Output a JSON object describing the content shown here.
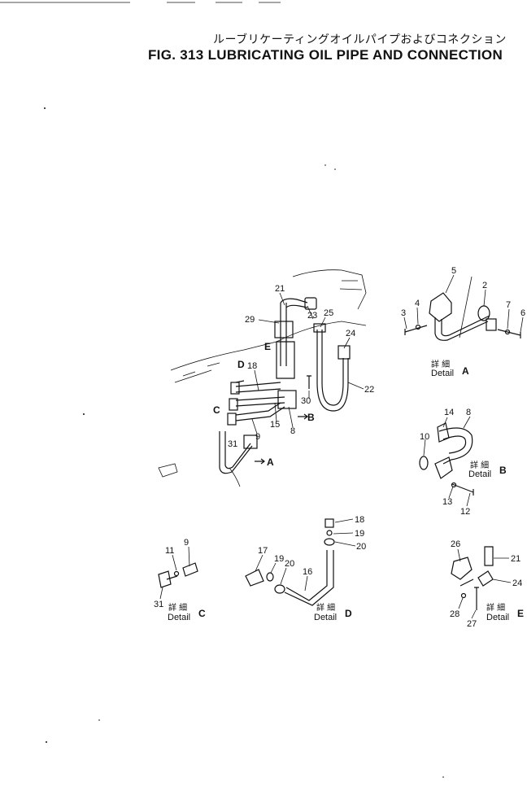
{
  "header": {
    "title_jp": "ルーブリケーティングオイルパイプおよびコネクション",
    "title_en": "FIG. 313  LUBRICATING OIL PIPE AND CONNECTION"
  },
  "detail_text": {
    "jp": "詳 細",
    "en": "Detail"
  },
  "callouts": {
    "main": [
      "21",
      "29",
      "23",
      "25",
      "24",
      "22",
      "30",
      "E",
      "D",
      "18",
      "C",
      "9",
      "15",
      "8",
      "B",
      "31",
      "A"
    ],
    "detail_a": [
      "5",
      "2",
      "3",
      "4",
      "7",
      "6"
    ],
    "detail_b": [
      "14",
      "8",
      "10",
      "13",
      "12"
    ],
    "detail_c": [
      "11",
      "9",
      "31"
    ],
    "detail_d": [
      "18",
      "19",
      "20",
      "17",
      "19",
      "20",
      "16"
    ],
    "detail_e": [
      "26",
      "21",
      "24",
      "28",
      "27"
    ]
  },
  "detail_letters": [
    "A",
    "B",
    "C",
    "D",
    "E"
  ]
}
